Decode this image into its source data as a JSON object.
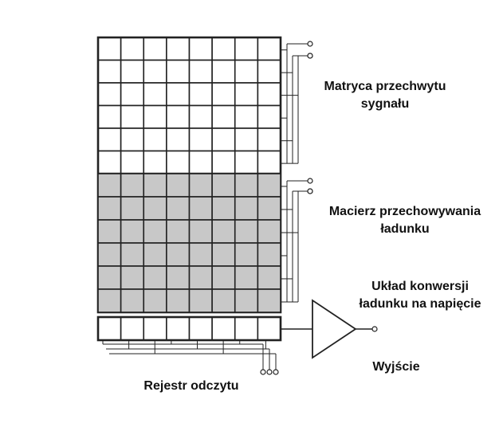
{
  "labels": {
    "image_matrix": [
      "Matryca przechwytu",
      "sygnału"
    ],
    "storage_matrix": [
      "Macierz przechowywania",
      "ładunku"
    ],
    "converter": [
      "Układ konwersji",
      "ładunku na napięcie"
    ],
    "output": "Wyjście",
    "readout_register": "Rejestr odczytu"
  },
  "grid": {
    "columns": 8,
    "image_rows": 6,
    "storage_rows": 6,
    "register_cells": 8
  },
  "colors": {
    "line": "#222222",
    "image_fill": "#ffffff",
    "storage_fill": "#c8c8c8",
    "background": "#ffffff"
  }
}
